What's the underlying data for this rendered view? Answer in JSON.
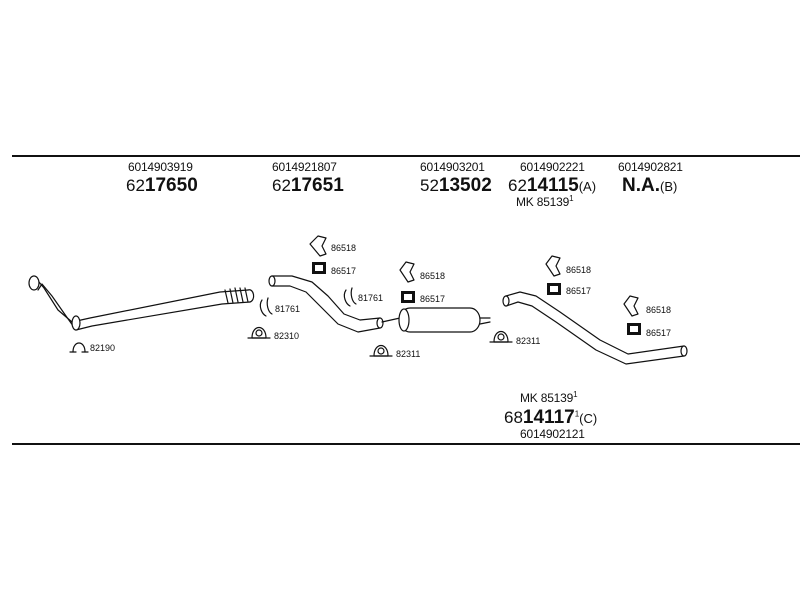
{
  "top_labels": [
    {
      "code": "6014903919",
      "prefix": "62",
      "num": "17650",
      "suffix": ""
    },
    {
      "code": "6014921807",
      "prefix": "62",
      "num": "17651",
      "suffix": ""
    },
    {
      "code": "6014903201",
      "prefix": "52",
      "num": "13502",
      "suffix": ""
    },
    {
      "code": "6014902221",
      "prefix": "62",
      "num": "14115",
      "suffix": "(A)"
    },
    {
      "code": "6014902821",
      "prefix": "",
      "num": "N.A.",
      "suffix": "(B)"
    }
  ],
  "mk_top": {
    "text": "MK 85139",
    "sup": "1"
  },
  "parts": {
    "p82190": "82190",
    "p81761a": "81761",
    "p81761b": "81761",
    "p82310": "82310",
    "p86518a": "86518",
    "p86517a": "86517",
    "p82311a": "82311",
    "p86518b": "86518",
    "p86517b": "86517",
    "p82311b": "82311",
    "p86518c": "86518",
    "p86517c": "86517",
    "p86518d": "86518",
    "p86517d": "86517"
  },
  "bottom": {
    "mk_text": "MK 85139",
    "mk_sup": "1",
    "prefix": "68",
    "num": "14117",
    "sup": "1",
    "suffix": "(C)",
    "code": "6014902121"
  }
}
